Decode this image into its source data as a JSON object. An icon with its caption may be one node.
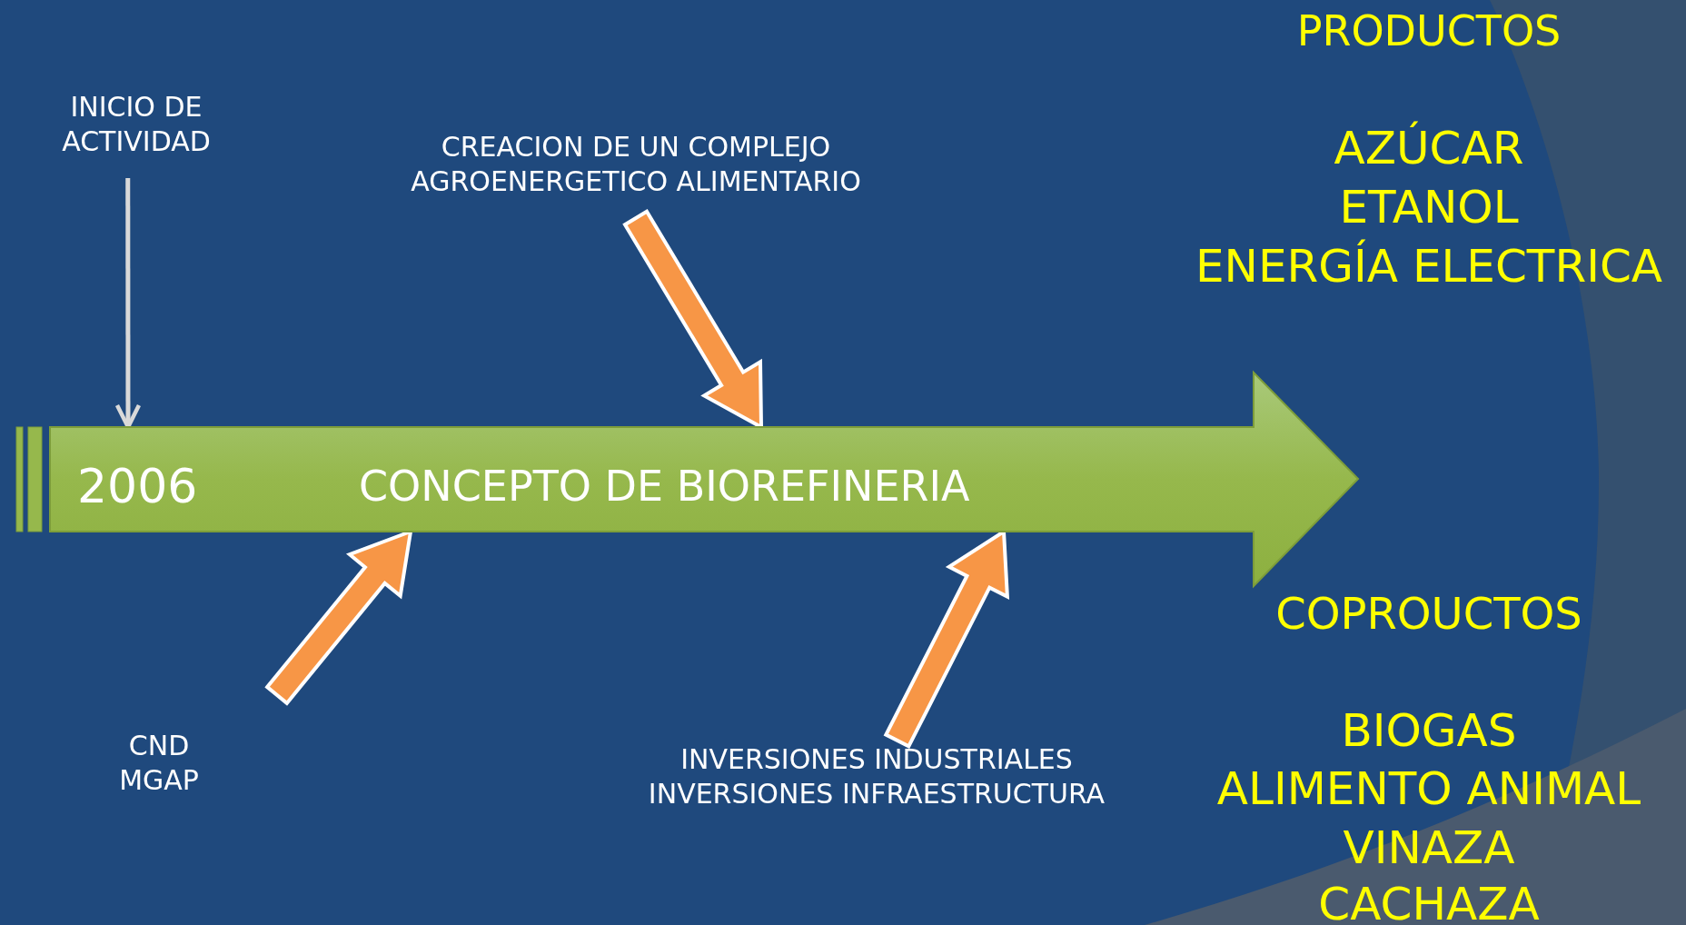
{
  "diagram": {
    "nodes": [
      {
        "text": [
          "INICIO DE ACTIVIDAD"
        ]
      },
      {
        "text": [
          "CREACION DE UN COMPLEJO AGROENERGETICO ALIMENTARIO"
        ]
      },
      {
        "text": [
          "2006",
          "CONCEPTO DE BIOREFINERIA"
        ]
      },
      {
        "text": [
          "CND MGAP"
        ]
      },
      {
        "text": [
          "INVERSIONES INDUSTRIALES",
          "INVERSIONES INFRAESTRUCTURA"
        ]
      }
    ],
    "edges": [
      {
        "from": 0,
        "to": 2,
        "arrow": "to",
        "color": "#d9d9d9"
      },
      {
        "from": 1,
        "to": 2,
        "arrow": "to",
        "style": "thick"
      },
      {
        "from": 3,
        "to": 2,
        "arrow": "to",
        "style": "thick"
      },
      {
        "from": 4,
        "to": 2,
        "arrow": "to",
        "style": "thick"
      }
    ],
    "labels": [
      "PRODUCTOS",
      "AZÚCAR",
      "ETANOL",
      "ENERGÍA ELECTRICA",
      "COPROUCTOS",
      "BIOGAS",
      "ALIMENTO ANIMAL",
      "VINAZA",
      "CACHAZA"
    ]
  }
}
